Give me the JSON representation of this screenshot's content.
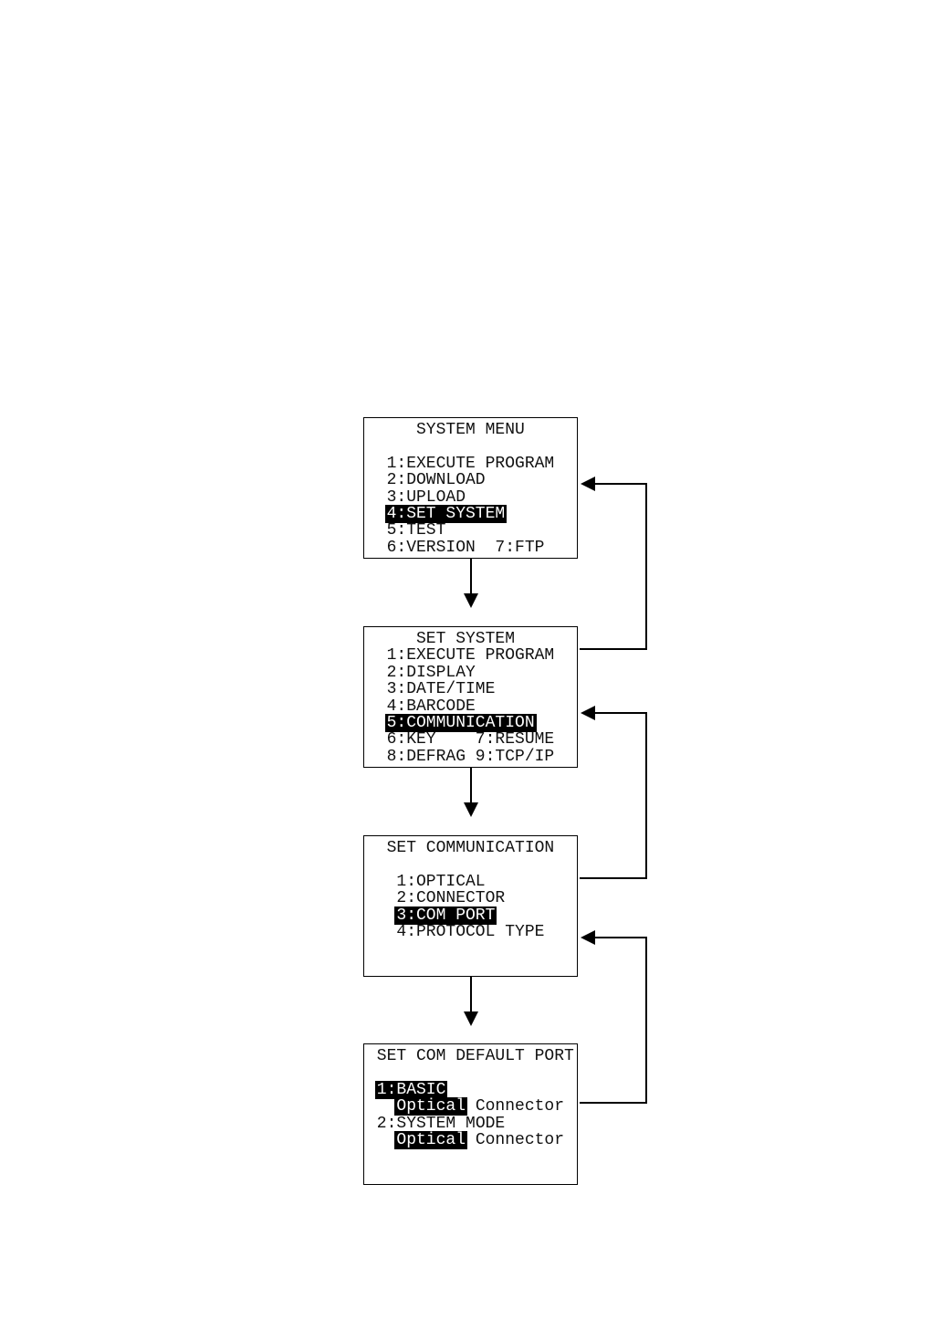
{
  "screens": [
    {
      "name": "system-menu",
      "lines": [
        {
          "row": 0,
          "indent": 5,
          "segments": [
            {
              "text": "SYSTEM MENU"
            }
          ]
        },
        {
          "row": 2,
          "indent": 2,
          "segments": [
            {
              "text": "1:EXECUTE PROGRAM"
            }
          ]
        },
        {
          "row": 3,
          "indent": 2,
          "segments": [
            {
              "text": "2:DOWNLOAD"
            }
          ]
        },
        {
          "row": 4,
          "indent": 2,
          "segments": [
            {
              "text": "3:UPLOAD"
            }
          ]
        },
        {
          "row": 5,
          "indent": 2,
          "segments": [
            {
              "text": "4:SET SYSTEM",
              "highlight": true
            }
          ]
        },
        {
          "row": 6,
          "indent": 2,
          "segments": [
            {
              "text": "5:TEST"
            }
          ]
        },
        {
          "row": 7,
          "indent": 2,
          "segments": [
            {
              "text": "6:VERSION  7:FTP"
            }
          ]
        }
      ]
    },
    {
      "name": "set-system",
      "lines": [
        {
          "row": 0,
          "indent": 5,
          "segments": [
            {
              "text": "SET SYSTEM"
            }
          ]
        },
        {
          "row": 1,
          "indent": 2,
          "segments": [
            {
              "text": "1:EXECUTE PROGRAM"
            }
          ]
        },
        {
          "row": 2,
          "indent": 2,
          "segments": [
            {
              "text": "2:DISPLAY"
            }
          ]
        },
        {
          "row": 3,
          "indent": 2,
          "segments": [
            {
              "text": "3:DATE/TIME"
            }
          ]
        },
        {
          "row": 4,
          "indent": 2,
          "segments": [
            {
              "text": "4:BARCODE"
            }
          ]
        },
        {
          "row": 5,
          "indent": 2,
          "segments": [
            {
              "text": "5:COMMUNICATION",
              "highlight": true
            }
          ]
        },
        {
          "row": 6,
          "indent": 2,
          "segments": [
            {
              "text": "6:KEY    7:RESUME"
            }
          ]
        },
        {
          "row": 7,
          "indent": 2,
          "segments": [
            {
              "text": "8:DEFRAG 9:TCP/IP"
            }
          ]
        }
      ]
    },
    {
      "name": "set-communication",
      "lines": [
        {
          "row": 0,
          "indent": 2,
          "segments": [
            {
              "text": "SET COMMUNICATION"
            }
          ]
        },
        {
          "row": 2,
          "indent": 3,
          "segments": [
            {
              "text": "1:OPTICAL"
            }
          ]
        },
        {
          "row": 3,
          "indent": 3,
          "segments": [
            {
              "text": "2:CONNECTOR"
            }
          ]
        },
        {
          "row": 4,
          "indent": 3,
          "segments": [
            {
              "text": "3:COM PORT",
              "highlight": true
            }
          ]
        },
        {
          "row": 5,
          "indent": 3,
          "segments": [
            {
              "text": "4:PROTOCOL TYPE"
            }
          ]
        }
      ]
    },
    {
      "name": "set-com-default-port",
      "lines": [
        {
          "row": 0,
          "indent": 1,
          "segments": [
            {
              "text": "SET COM DEFAULT PORT"
            }
          ]
        },
        {
          "row": 2,
          "indent": 1,
          "segments": [
            {
              "text": "1:BASIC",
              "highlight": true
            }
          ]
        },
        {
          "row": 3,
          "indent": 3,
          "segments": [
            {
              "text": "Optical",
              "highlight": true
            },
            {
              "text": " Connector"
            }
          ]
        },
        {
          "row": 4,
          "indent": 1,
          "segments": [
            {
              "text": "2:SYSTEM MODE"
            }
          ]
        },
        {
          "row": 5,
          "indent": 3,
          "segments": [
            {
              "text": "Optical",
              "highlight": true
            },
            {
              "text": " Connector"
            }
          ]
        }
      ]
    }
  ]
}
